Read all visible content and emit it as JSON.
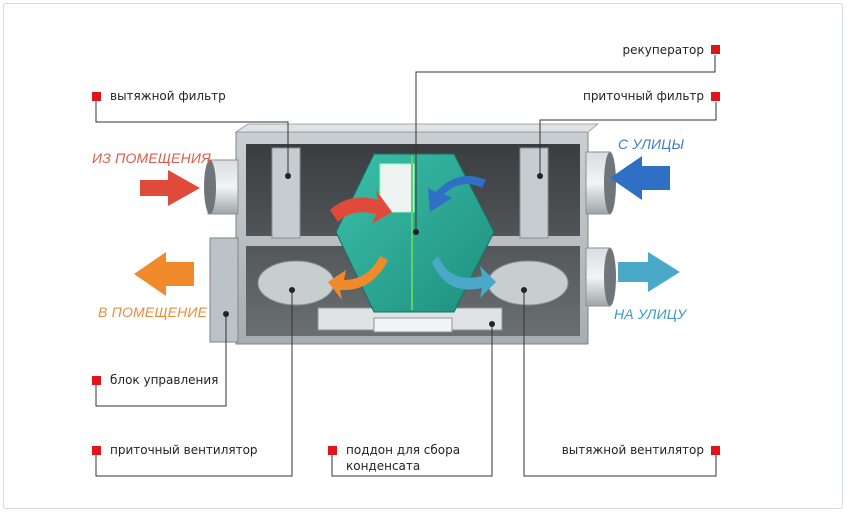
{
  "labels": {
    "recuperator": "рекуператор",
    "exhaust_filter": "вытяжной фильтр",
    "supply_filter": "приточный фильтр",
    "control_unit": "блок управления",
    "supply_fan": "приточный вентилятор",
    "condensate_tray_1": "поддон для сбора",
    "condensate_tray_2": "конденсата",
    "exhaust_fan": "вытяжной вентилятор"
  },
  "airflow": {
    "from_room": "ИЗ ПОМЕЩЕНИЯ",
    "to_room": "В ПОМЕЩЕНИЕ",
    "from_street": "С УЛИЦЫ",
    "to_street": "НА УЛИЦУ"
  },
  "colors": {
    "marker": "#e0151b",
    "exhaust_in_arrow": "#e04a3a",
    "supply_out_arrow": "#f08a2a",
    "street_in_arrow": "#2f6fc6",
    "street_out_arrow": "#4aa8c8",
    "recuperator": "#2aa996",
    "from_room_text": "#e05a48",
    "to_room_text": "#ef8a3c",
    "from_street_text": "#3f7ac8",
    "to_street_text": "#3a9ac4"
  }
}
